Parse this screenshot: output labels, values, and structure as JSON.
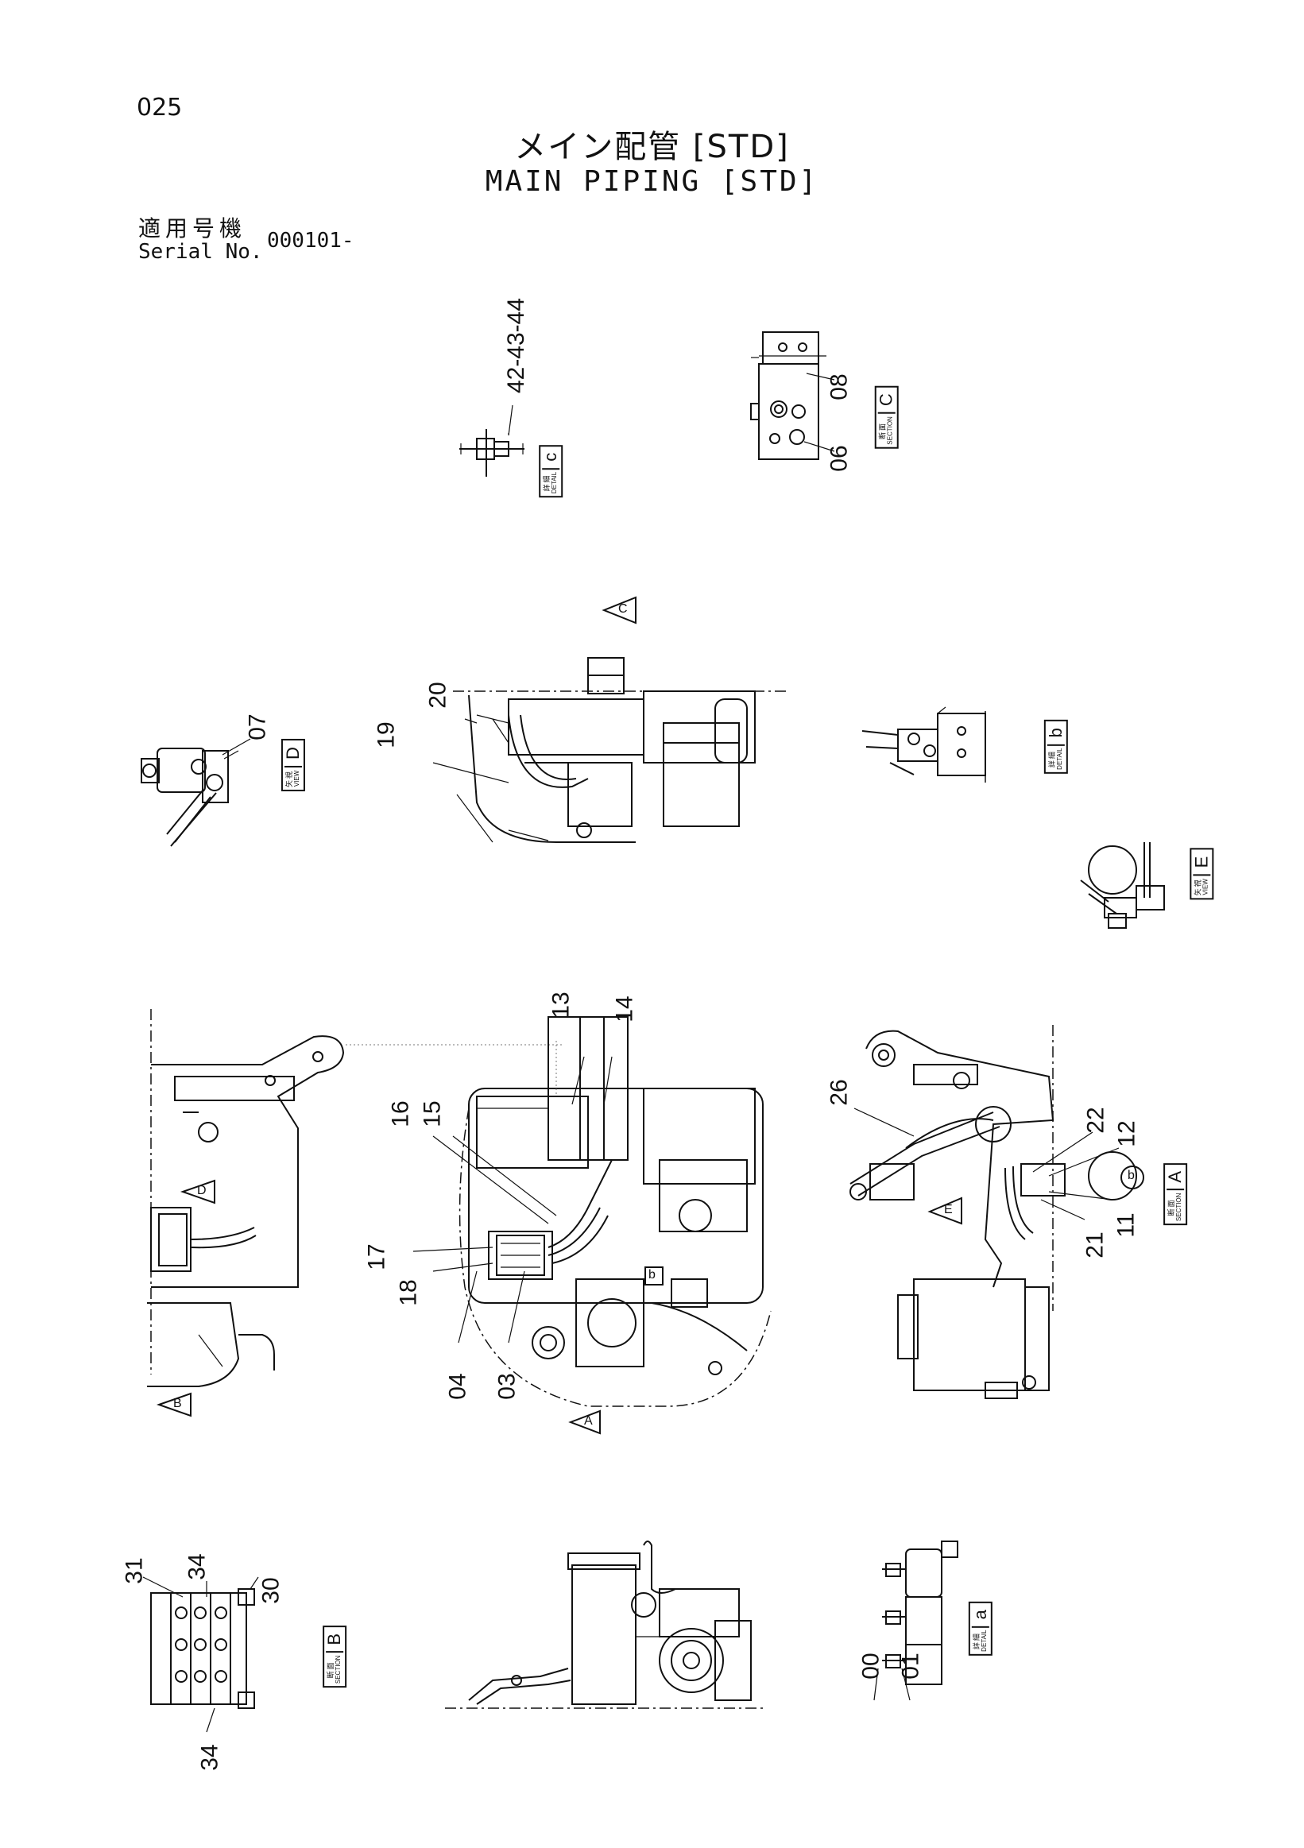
{
  "header": {
    "page_number": "025",
    "title_jp": "メイン配管 [STD]",
    "title_en": "MAIN PIPING [STD]",
    "serial_label_jp": "適用号機",
    "serial_label_en": "Serial No.",
    "serial_value": "000101-"
  },
  "views": [
    {
      "kind_jp": "詳細",
      "kind_en": "DETAIL",
      "letter": "c"
    },
    {
      "kind_jp": "断面",
      "kind_en": "SECTION",
      "letter": "C"
    },
    {
      "kind_jp": "矢視",
      "kind_en": "VIEW",
      "letter": "D"
    },
    {
      "kind_jp": "詳細",
      "kind_en": "DETAIL",
      "letter": "b"
    },
    {
      "kind_jp": "矢視",
      "kind_en": "VIEW",
      "letter": "E"
    },
    {
      "kind_jp": "断面",
      "kind_en": "SECTION",
      "letter": "A"
    },
    {
      "kind_jp": "断面",
      "kind_en": "SECTION",
      "letter": "B"
    },
    {
      "kind_jp": "詳細",
      "kind_en": "DETAIL",
      "letter": "a"
    }
  ],
  "callouts": {
    "c42": "42-43-44",
    "c08": "08",
    "c06": "06",
    "c20": "20",
    "c19": "19",
    "c07": "07",
    "c13": "13",
    "c14": "14",
    "c16": "16",
    "c15": "15",
    "c17": "17",
    "c18": "18",
    "c04": "04",
    "c03": "03",
    "c26": "26",
    "c22": "22",
    "c12": "12",
    "c11": "11",
    "c21": "21",
    "c31": "31",
    "c34a": "34",
    "c30": "30",
    "c34b": "34",
    "c00": "00",
    "c01": "01"
  },
  "view_arrows": {
    "arrow_c": "C",
    "arrow_d": "D",
    "arrow_b": "B",
    "arrow_a": "A",
    "arrow_e": "E",
    "label_b_small": "b",
    "label_b_circle": "b"
  }
}
